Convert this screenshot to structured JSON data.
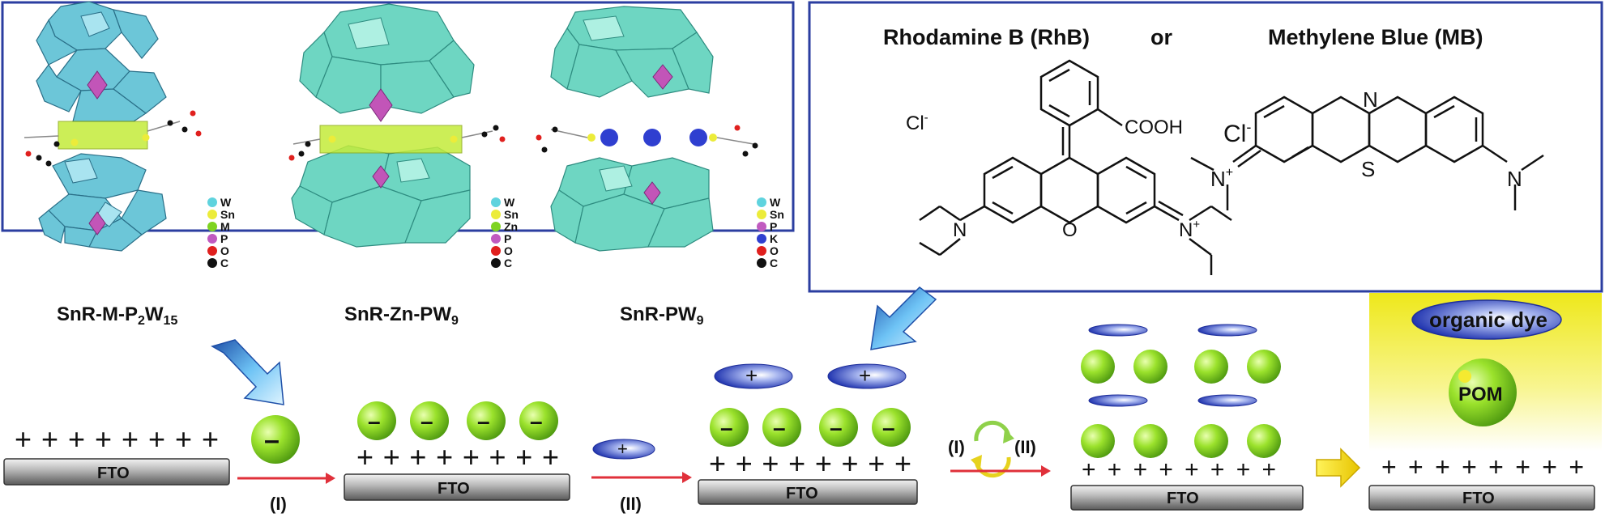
{
  "colors": {
    "frame": "#2b3ea0",
    "polyhedra": "#5ec9c0",
    "polyhedra_dark": "#3a9a94",
    "pom_green": "#8fdc2a",
    "dye_blue": "#3048c0",
    "arrow_red": "#e0303a",
    "slab_gray": "#8c8c8c",
    "yellow_glow": "#f2ef1a"
  },
  "structures": [
    {
      "label_main": "SnR-M-P",
      "label_sub1": "2",
      "label_mid": "W",
      "label_sub2": "15",
      "legend": [
        {
          "symbol": "W",
          "color": "#5fd3de"
        },
        {
          "symbol": "Sn",
          "color": "#ecec3a"
        },
        {
          "symbol": "M",
          "color": "#7ed321"
        },
        {
          "symbol": "P",
          "color": "#c05ac0"
        },
        {
          "symbol": "O",
          "color": "#e0201e"
        },
        {
          "symbol": "C",
          "color": "#111111"
        }
      ]
    },
    {
      "label_main": "SnR-Zn-PW",
      "label_sub1": "9",
      "legend": [
        {
          "symbol": "W",
          "color": "#5fd3de"
        },
        {
          "symbol": "Sn",
          "color": "#ecec3a"
        },
        {
          "symbol": "Zn",
          "color": "#7ed321"
        },
        {
          "symbol": "P",
          "color": "#c05ac0"
        },
        {
          "symbol": "O",
          "color": "#e0201e"
        },
        {
          "symbol": "C",
          "color": "#111111"
        }
      ]
    },
    {
      "label_main": "SnR-PW",
      "label_sub1": "9",
      "legend": [
        {
          "symbol": "W",
          "color": "#5fd3de"
        },
        {
          "symbol": "Sn",
          "color": "#ecec3a"
        },
        {
          "symbol": "P",
          "color": "#c05ac0"
        },
        {
          "symbol": "K",
          "color": "#2f3fd0"
        },
        {
          "symbol": "O",
          "color": "#e0201e"
        },
        {
          "symbol": "C",
          "color": "#111111"
        }
      ]
    }
  ],
  "dyes": {
    "rhb_title": "Rhodamine B (RhB)",
    "or_text": "or",
    "mb_title": "Methylene Blue (MB)",
    "rhb_counterion": "Cl",
    "rhb_counterion_charge": "-",
    "rhb_cooh": "COOH",
    "rhb_n_left": "N",
    "rhb_o": "O",
    "rhb_n_right": "N",
    "rhb_n_right_charge": "+",
    "mb_counterion": "Cl",
    "mb_counterion_charge": "-",
    "mb_n_top": "N",
    "mb_s": "S",
    "mb_n_left": "N",
    "mb_n_left_charge": "+",
    "mb_n_right": "N"
  },
  "process": {
    "substrate_label": "FTO",
    "plus_row": "+ + + + + + + +",
    "step1_label": "(I)",
    "step2_label": "(II)",
    "minus_sign": "–",
    "plus_sign": "+",
    "cycle_left": "(I)",
    "cycle_right": "(II)",
    "organic_dye_label": "organic dye",
    "pom_label": "POM"
  }
}
